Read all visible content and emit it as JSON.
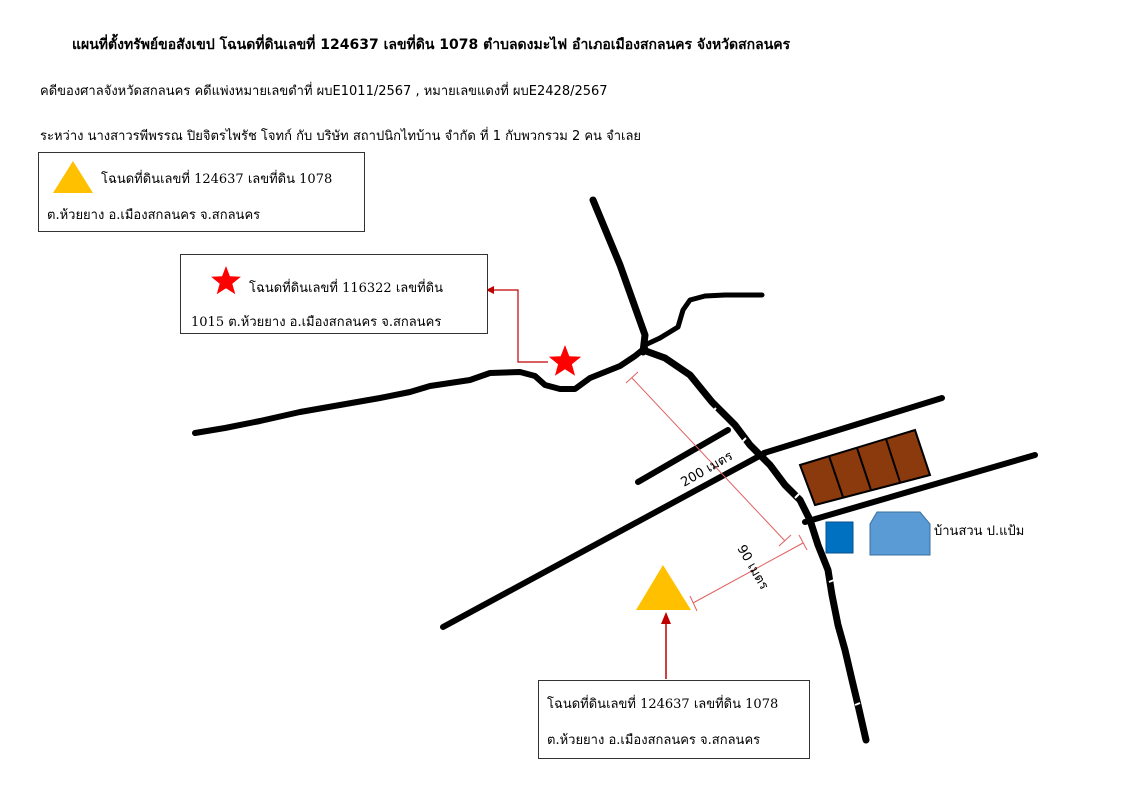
{
  "header": {
    "title": "แผนที่ตั้งทรัพย์ขอสังเขป โฉนดที่ดินเลขที่ 124637 เลขที่ดิน 1078 ตำบลดงมะไฟ อำเภอเมืองสกลนคร จังหวัดสกลนคร",
    "case_line": "คดีของศาลจังหวัดสกลนคร คดีแพ่งหมายเลขดำที่ ผบE1011/2567 , หมายเลขแดงที่ ผบE2428/2567",
    "parties_line": "ระหว่าง นางสาวรพีพรรณ  ปิยจิตรไพรัช  โจทก์ กับ บริษัท สถาปนิกไทบ้าน จำกัด ที่ 1 กับพวกรวม 2 คน จำเลย"
  },
  "legend_top": {
    "line1": "โฉนดที่ดินเลขที่ 124637 เลขที่ดิน 1078",
    "line2": "ต.ห้วยยาง อ.เมืองสกลนคร จ.สกลนคร",
    "icon": "triangle-marker"
  },
  "star_label": {
    "line1": "โฉนดที่ดินเลขที่ 116322 เลขที่ดิน",
    "line2": "1015 ต.ห้วยยาง อ.เมืองสกลนคร จ.สกลนคร",
    "icon": "star-marker"
  },
  "triangle_label": {
    "line1": "โฉนดที่ดินเลขที่ 124637 เลขที่ดิน 1078",
    "line2": "ต.ห้วยยาง อ.เมืองสกลนคร จ.สกลนคร"
  },
  "map": {
    "distance_200": "200 เมตร",
    "distance_90": "90 เมตร",
    "house_label": "บ้านสวน ป.แป้ม",
    "colors": {
      "road": "#000000",
      "triangle": "#FFC000",
      "star": "#FF0000",
      "arrow": "#C00000",
      "dimension": "#E06060",
      "buildings": "#8B3A0E",
      "blue_square": "#0070C0",
      "house": "#5B9BD5"
    }
  }
}
